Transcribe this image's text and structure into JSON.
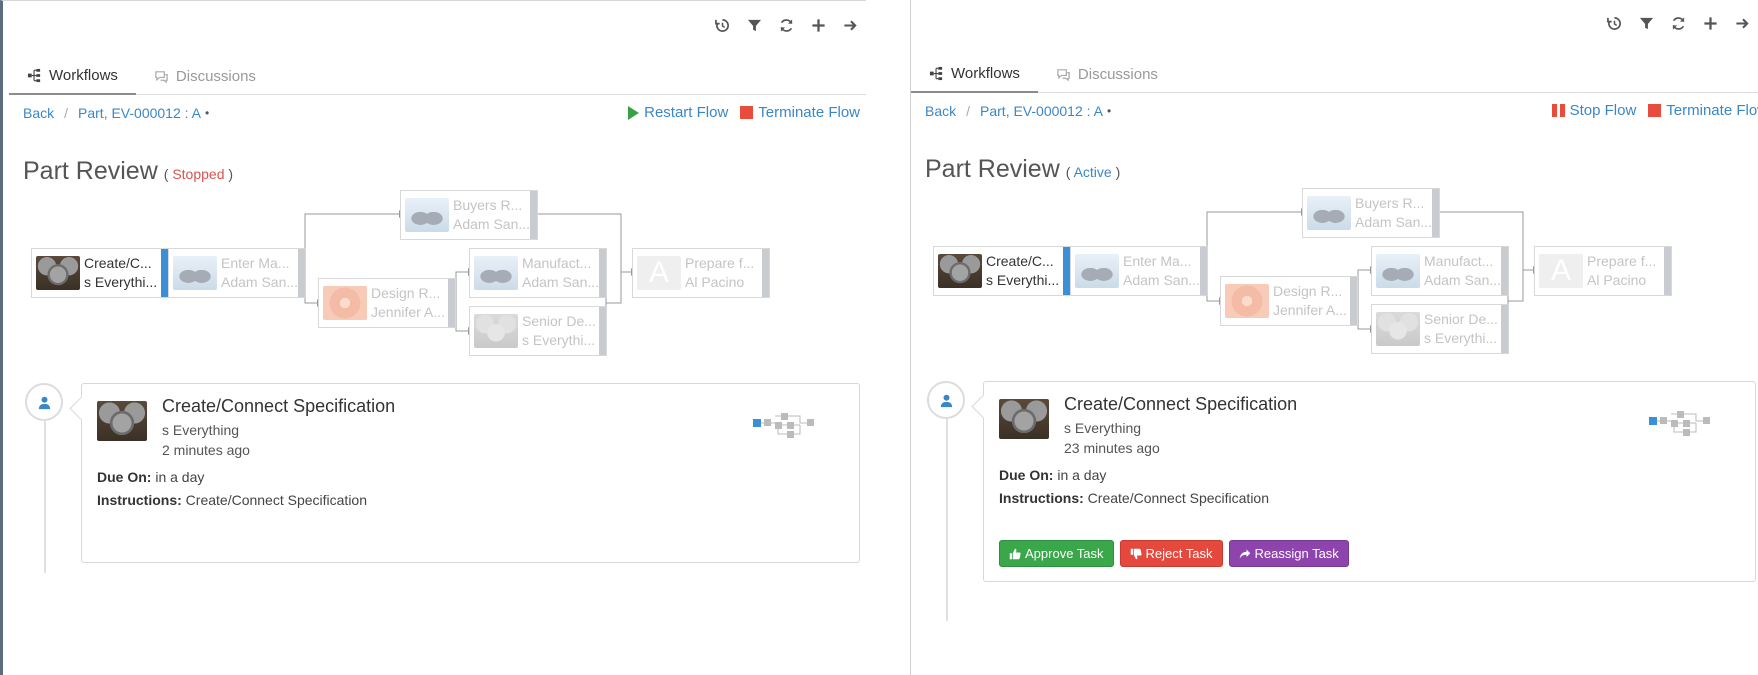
{
  "left": {
    "tabs": [
      {
        "label": "Workflows"
      },
      {
        "label": "Discussions"
      }
    ],
    "breadcrumb": {
      "back": "Back",
      "separator": "/",
      "item": "Part, EV-000012 : A",
      "dot": "•"
    },
    "actions": [
      {
        "label": "Restart Flow",
        "icon": "play-icon"
      },
      {
        "label": "Terminate Flow",
        "icon": "stop-icon"
      }
    ],
    "title": "Part Review",
    "status_open": "(",
    "status": "Stopped",
    "status_close": ")",
    "nodes": [
      {
        "title": "Create/C...",
        "user": "s Everythi..."
      },
      {
        "title": "Enter Ma...",
        "user": "Adam San..."
      },
      {
        "title": "Buyers R...",
        "user": "Adam San..."
      },
      {
        "title": "Design R...",
        "user": "Jennifer A..."
      },
      {
        "title": "Manufact...",
        "user": "Adam San..."
      },
      {
        "title": "Senior De...",
        "user": "s Everythi..."
      },
      {
        "title": "Prepare f...",
        "user": "Al Pacino",
        "letter": "A"
      }
    ],
    "task": {
      "title": "Create/Connect Specification",
      "user": "s Everything",
      "time": "2 minutes ago",
      "due_label": "Due On:",
      "due_value": "in a day",
      "instr_label": "Instructions:",
      "instr_value": "Create/Connect Specification"
    }
  },
  "right": {
    "tabs": [
      {
        "label": "Workflows"
      },
      {
        "label": "Discussions"
      }
    ],
    "breadcrumb": {
      "back": "Back",
      "separator": "/",
      "item": "Part, EV-000012 : A",
      "dot": "•"
    },
    "actions": [
      {
        "label": "Stop Flow",
        "icon": "pause-icon"
      },
      {
        "label": "Terminate Flow",
        "icon": "stop-icon"
      }
    ],
    "title": "Part Review",
    "status_open": "(",
    "status": "Active",
    "status_close": ")",
    "nodes": [
      {
        "title": "Create/C...",
        "user": "s Everythi..."
      },
      {
        "title": "Enter Ma...",
        "user": "Adam San..."
      },
      {
        "title": "Buyers R...",
        "user": "Adam San..."
      },
      {
        "title": "Design R...",
        "user": "Jennifer A..."
      },
      {
        "title": "Manufact...",
        "user": "Adam San..."
      },
      {
        "title": "Senior De...",
        "user": "s Everythi..."
      },
      {
        "title": "Prepare f...",
        "user": "Al Pacino",
        "letter": "A"
      }
    ],
    "task": {
      "title": "Create/Connect Specification",
      "user": "s Everything",
      "time": "23 minutes ago",
      "due_label": "Due On:",
      "due_value": "in a day",
      "instr_label": "Instructions:",
      "instr_value": "Create/Connect Specification",
      "buttons": [
        {
          "label": "Approve Task",
          "icon": "thumbs-up-icon"
        },
        {
          "label": "Reject Task",
          "icon": "thumbs-down-icon"
        },
        {
          "label": "Reassign Task",
          "icon": "share-icon"
        }
      ]
    }
  },
  "colors": {
    "accent": "#3a87c8",
    "stopped": "#d9534f",
    "approve": "#39a74a",
    "reject": "#e5483d",
    "reassign": "#8e44ad",
    "current_node": "#3a8fd6"
  }
}
